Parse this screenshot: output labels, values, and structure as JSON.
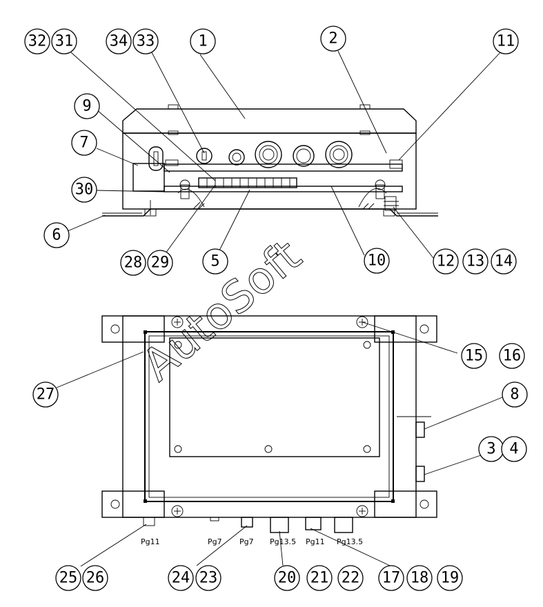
{
  "watermark": "AutoSoft",
  "callouts": [
    "1",
    "2",
    "3",
    "4",
    "5",
    "6",
    "7",
    "8",
    "9",
    "10",
    "11",
    "12",
    "13",
    "14",
    "15",
    "16",
    "17",
    "18",
    "19",
    "20",
    "21",
    "22",
    "23",
    "24",
    "25",
    "26",
    "27",
    "28",
    "29",
    "30",
    "31",
    "32",
    "33",
    "34"
  ],
  "gland_labels": [
    "Pg11",
    "Pg7",
    "Pg7",
    "Pg13.5",
    "Pg11",
    "Pg13.5"
  ]
}
